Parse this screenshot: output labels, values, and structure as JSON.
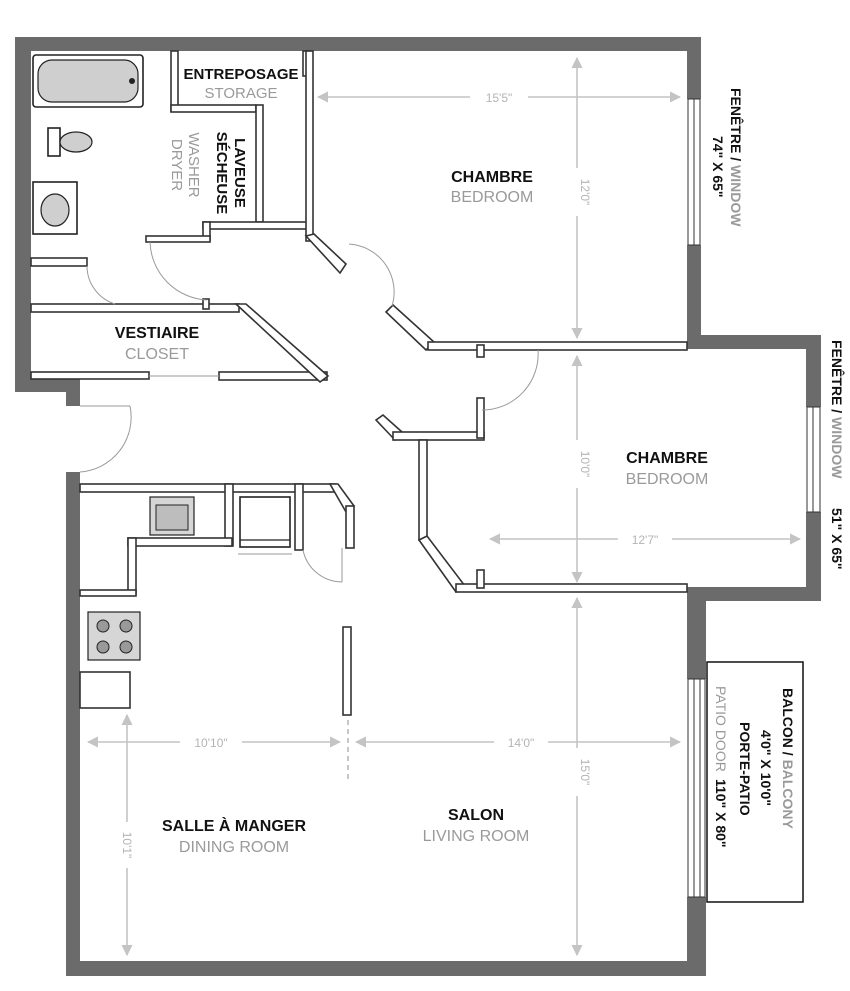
{
  "rooms": {
    "storage": {
      "fr": "ENTREPOSAGE",
      "en": "STORAGE"
    },
    "laundry": {
      "fr1": "LAVEUSE",
      "fr2": "SÉCHEUSE",
      "en1": "WASHER",
      "en2": "DRYER"
    },
    "bedroom1": {
      "fr": "CHAMBRE",
      "en": "BEDROOM",
      "width": "15'5\"",
      "depth": "12'0\""
    },
    "bedroom2": {
      "fr": "CHAMBRE",
      "en": "BEDROOM",
      "width": "12'7\"",
      "depth": "10'0\""
    },
    "closet": {
      "fr": "VESTIAIRE",
      "en": "CLOSET"
    },
    "dining": {
      "fr": "SALLE À MANGER",
      "en": "DINING ROOM",
      "width": "10'10\"",
      "depth": "10'1\""
    },
    "living": {
      "fr": "SALON",
      "en": "LIVING ROOM",
      "width": "14'0\"",
      "depth": "15'0\""
    }
  },
  "windows": {
    "window1": {
      "fr": "FENÊTRE / ",
      "en": "WINDOW",
      "size": "74\" X 65\""
    },
    "window2": {
      "fr": "FENÊTRE / ",
      "en": "WINDOW",
      "size": "51\" X 65\""
    }
  },
  "balcony": {
    "title_fr": "BALCON / ",
    "title_en": "BALCONY",
    "size": "4'0\" X 10'0\"",
    "door_fr": "PORTE-PATIO",
    "door_en": "PATIO DOOR",
    "door_size": "110\" X 80\""
  }
}
